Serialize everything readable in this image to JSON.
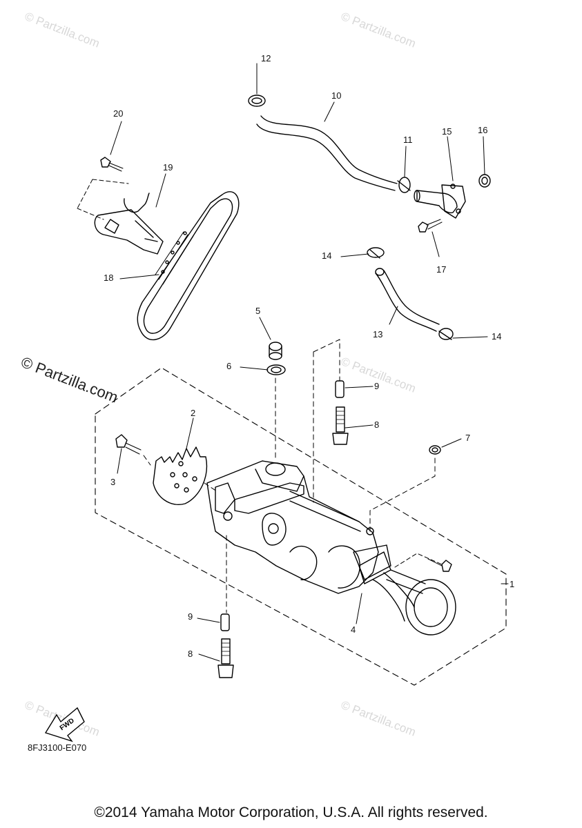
{
  "callouts": {
    "n1": "1",
    "n2": "2",
    "n3": "3",
    "n4": "4",
    "n5": "5",
    "n6": "6",
    "n7": "7",
    "n8a": "8",
    "n8b": "8",
    "n9a": "9",
    "n9b": "9",
    "n10": "10",
    "n11": "11",
    "n12": "12",
    "n13": "13",
    "n14a": "14",
    "n14b": "14",
    "n15": "15",
    "n16": "16",
    "n17": "17",
    "n18": "18",
    "n19": "19",
    "n20": "20"
  },
  "watermark": {
    "text": "© Partzilla.com"
  },
  "fwd_label": "FWD",
  "diagram_code": "8FJ3100-E070",
  "copyright": "©2014 Yamaha Motor Corporation, U.S.A. All rights reserved."
}
